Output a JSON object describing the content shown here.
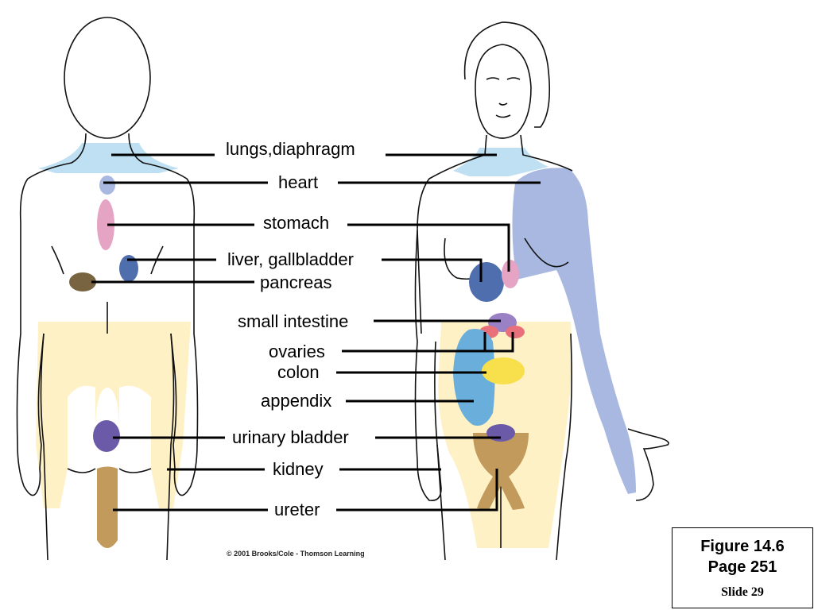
{
  "labels": {
    "lungs_diaphragm": "lungs,diaphragm",
    "heart": "heart",
    "stomach": "stomach",
    "liver_gallbladder": "liver, gallbladder",
    "pancreas": "pancreas",
    "small_intestine": "small intestine",
    "ovaries": "ovaries",
    "colon": "colon",
    "appendix": "appendix",
    "urinary_bladder": "urinary bladder",
    "kidney": "kidney",
    "ureter": "ureter"
  },
  "copyright": "© 2001 Brooks/Cole - Thomson Learning",
  "figure": {
    "title": "Figure 14.6",
    "page": "Page 251",
    "slide": "Slide 29"
  },
  "colors": {
    "lungs": "#bfe0f2",
    "heart": "#a8b8e0",
    "stomach": "#e6a4c4",
    "liver": "#4f6eae",
    "pancreas": "#786440",
    "small_intestine": "#9a80c4",
    "ovaries": "#e8707a",
    "colon": "#fff1c6",
    "colon_spot": "#f8e04c",
    "appendix": "#6aaedc",
    "bladder": "#6a5aa8",
    "kidney": "#c19a5c"
  }
}
